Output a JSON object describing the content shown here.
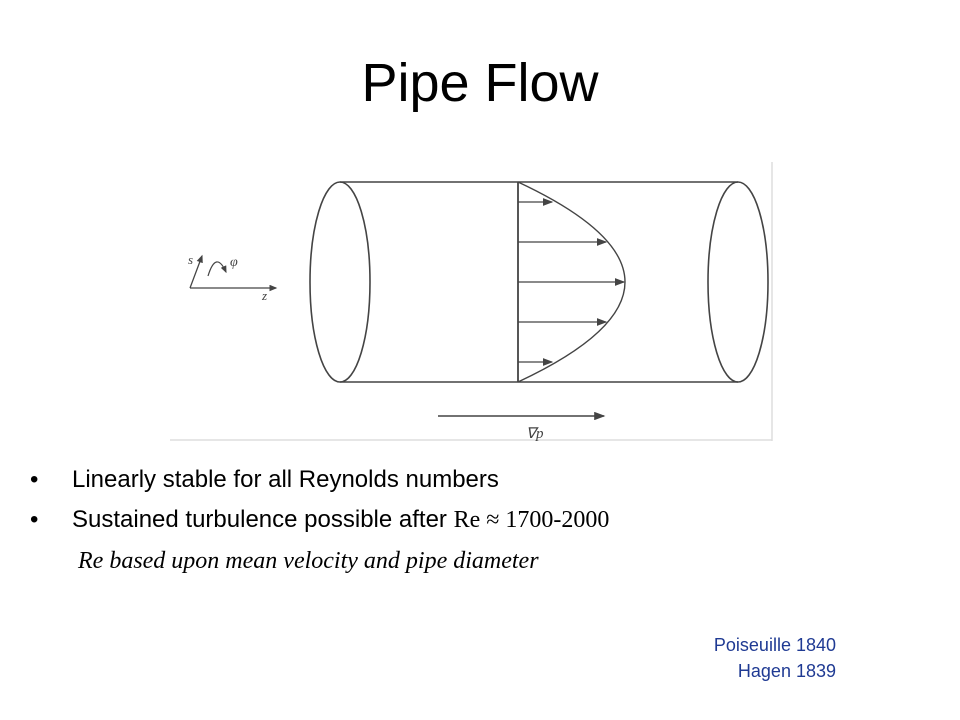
{
  "title": "Pipe Flow",
  "figure": {
    "labels": {
      "s": "s",
      "phi": "φ",
      "z": "z",
      "grad_p": "∇p"
    }
  },
  "bullets": [
    {
      "text": "Linearly stable for all Reynolds numbers"
    },
    {
      "text": "Sustained turbulence possible after ",
      "math": "Re ≈ 1700-2000"
    }
  ],
  "bullet_symbol": "•",
  "note": "Re based upon mean velocity and pipe diameter",
  "references": [
    "Poiseuille 1840",
    "Hagen 1839"
  ],
  "colors": {
    "text": "#000000",
    "references": "#1f3a93",
    "diagram_stroke": "#444444"
  }
}
